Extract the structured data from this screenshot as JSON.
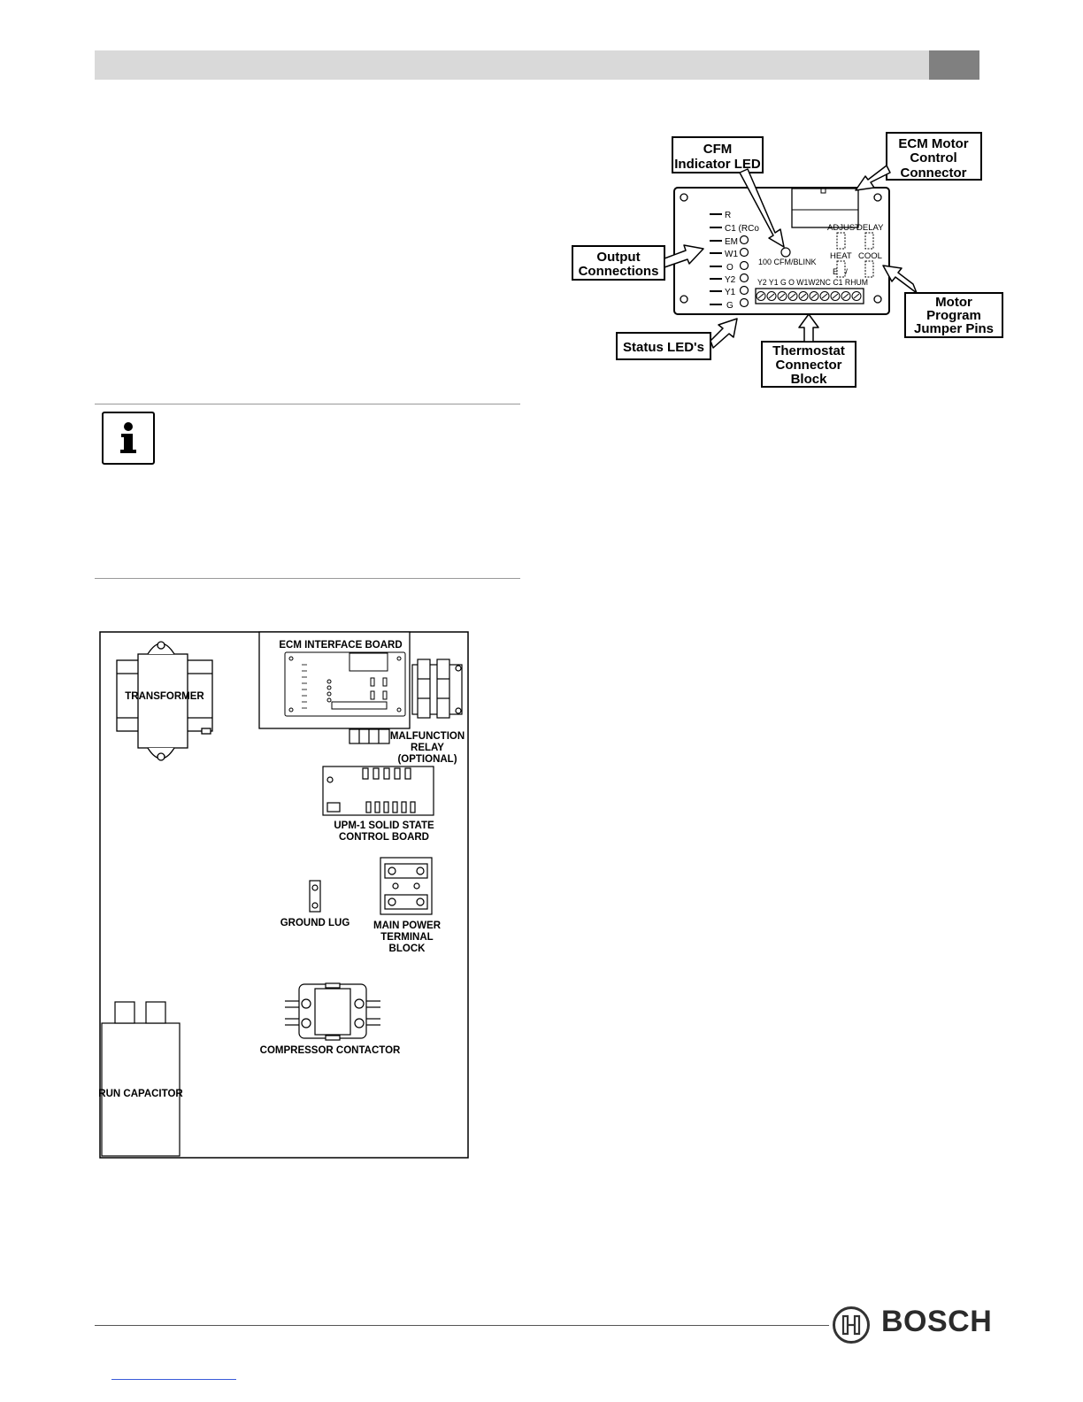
{
  "logo": {
    "text": "BOSCH"
  },
  "figure_ecm_board": {
    "callouts": {
      "cfm": [
        "CFM",
        "Indicator LED"
      ],
      "ecm_motor": [
        "ECM Motor",
        "Control",
        "Connector"
      ],
      "output": [
        "Output",
        "Connections"
      ],
      "motor_program": [
        "Motor",
        "Program",
        "Jumper Pins"
      ],
      "status": "Status LED's",
      "thermostat": [
        "Thermostat",
        "Connector",
        "Block"
      ]
    },
    "board_labels": {
      "output_pins": [
        "R",
        "C1  (RCo",
        "EM",
        "W1",
        "O",
        "Y2",
        "Y1",
        "G"
      ],
      "cfm_blink": "100 CFM/BLINK",
      "adjust": "ADJUST",
      "delay": "DELAY",
      "heat": "HEAT",
      "cool": "COOL",
      "em_slash": "EM/",
      "terminal_row": "Y2 Y1  G   O  W1W2NC C1 RHUM"
    }
  },
  "figure_control_box": {
    "labels": {
      "ecm_interface": "ECM INTERFACE BOARD",
      "transformer": "TRANSFORMER",
      "malfunction": [
        "MALFUNCTION",
        "RELAY",
        "(OPTIONAL)"
      ],
      "upm": [
        "UPM-1 SOLID STATE",
        "CONTROL BOARD"
      ],
      "ground_lug": "GROUND LUG",
      "main_power": [
        "MAIN POWER",
        "TERMINAL",
        "BLOCK"
      ],
      "compressor": "COMPRESSOR CONTACTOR",
      "run_capacitor": "RUN CAPACITOR"
    }
  }
}
